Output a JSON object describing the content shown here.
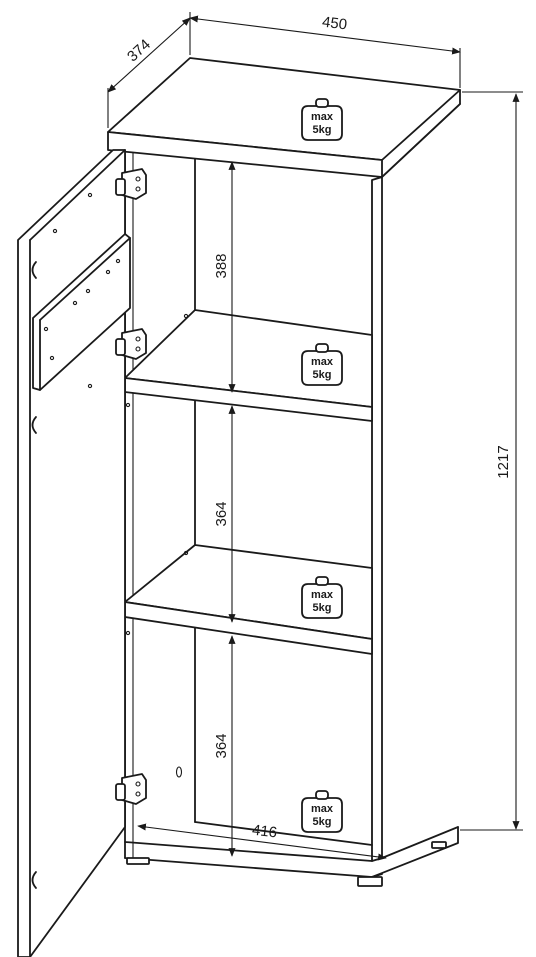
{
  "dimensions": {
    "width_top": "450",
    "depth": "374",
    "height_total": "1217",
    "top_compartment": "388",
    "middle_compartment": "364",
    "bottom_compartment": "364",
    "inner_width": "416"
  },
  "weight_badges": [
    {
      "line1": "max",
      "line2": "5kg"
    },
    {
      "line1": "max",
      "line2": "5kg"
    },
    {
      "line1": "max",
      "line2": "5kg"
    },
    {
      "line1": "max",
      "line2": "5kg"
    }
  ],
  "icons": {
    "weight": "weight-icon",
    "hinge": "hinge-icon"
  }
}
